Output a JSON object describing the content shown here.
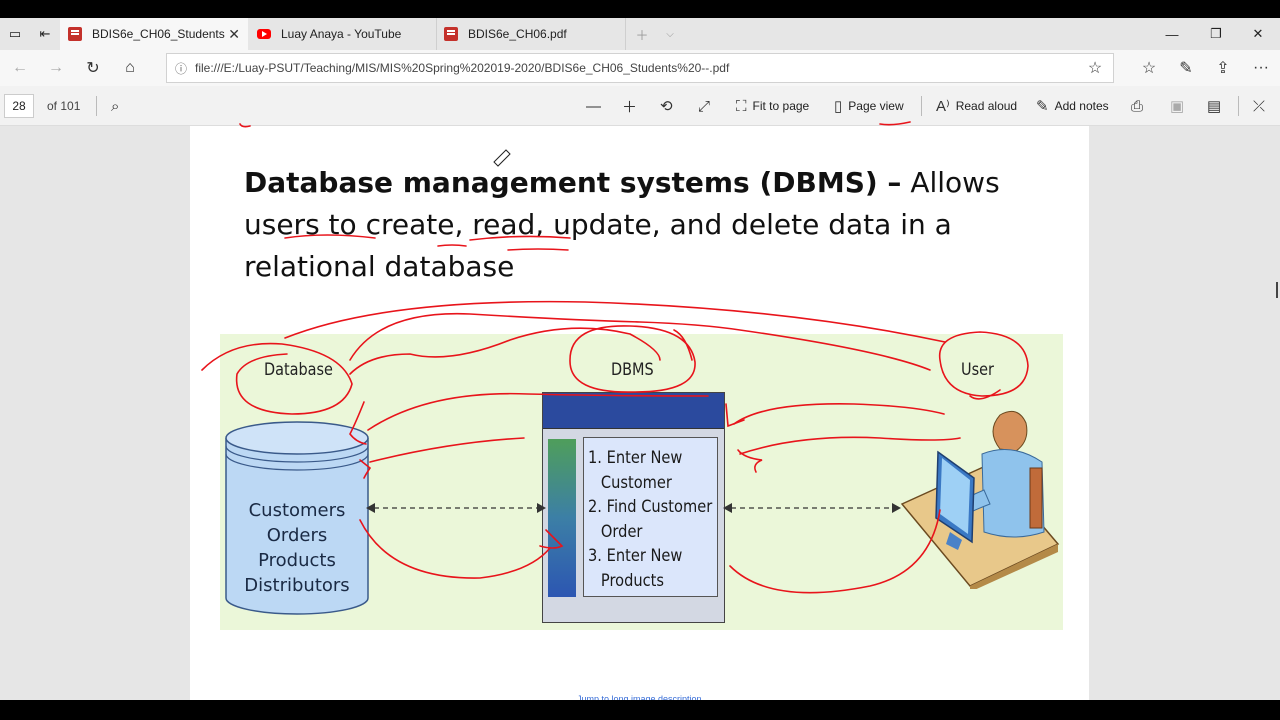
{
  "browser": {
    "tabs": [
      {
        "label": "BDIS6e_CH06_Students",
        "icon": "pdf-icon",
        "active": true
      },
      {
        "label": "Luay Anaya - YouTube",
        "icon": "youtube-icon",
        "active": false
      },
      {
        "label": "BDIS6e_CH06.pdf",
        "icon": "pdf-icon",
        "active": false
      }
    ],
    "url": "file:///E:/Luay-PSUT/Teaching/MIS/MIS%20Spring%202019-2020/BDIS6e_CH06_Students%20--.pdf"
  },
  "pdf_toolbar": {
    "page_number": "28",
    "page_total": "of 101",
    "fit_to_page": "Fit to page",
    "page_view": "Page view",
    "read_aloud": "Read aloud",
    "add_notes": "Add notes"
  },
  "slide": {
    "heading_bold": "Database management systems (DBMS) –",
    "heading_rest": " Allows users to create, read, update, and delete data in a relational database",
    "diagram": {
      "label_database": "Database",
      "label_dbms": "DBMS",
      "label_user": "User",
      "cylinder_lines": [
        "Customers",
        "Orders",
        "Products",
        "Distributors"
      ],
      "dbms_items": [
        "1. Enter New",
        "    Customer",
        "2. Find Customer",
        "    Order",
        "3. Enter New",
        "    Products"
      ],
      "bg_color": "#ebf7d9",
      "annotation_color": "#e8141b"
    },
    "jump_link": "Jump to long image description"
  }
}
